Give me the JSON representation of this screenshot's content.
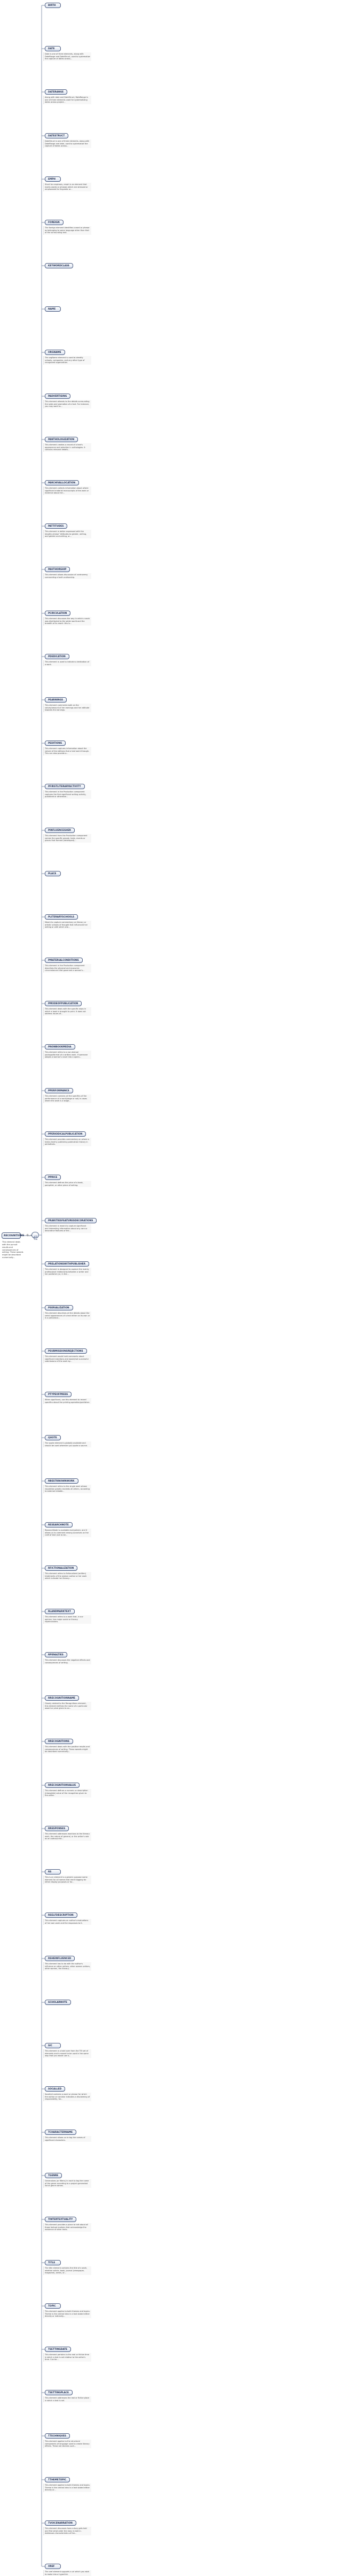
{
  "root": {
    "label": "RECOGNITIONS",
    "desc": "This element deals with the pursuit results and consequences of writing. These awards might be described numerically...",
    "occurrence": "0..∞"
  },
  "colors": {
    "box_border": "#4a5b80",
    "box_fill_top": "#ffffff",
    "box_fill_bottom": "#d9e1ef",
    "connector": "#5c6f8f",
    "text": "#1c2a4d"
  },
  "elements": [
    {
      "label": "BIRTH",
      "desc": ""
    },
    {
      "label": "DATE",
      "desc": "Date is one of three elements, along with DateRange and DateStruct, used to systematize the capture of dates across..."
    },
    {
      "label": "DATERANGE",
      "desc": "Along with date and DateStruct, DateRange is one of three elements used for systematizing dates across project..."
    },
    {
      "label": "DATESTRUCT",
      "desc": "DateStruct is one of three elements, along with DateRange and date, used to systematize the capture of dates across..."
    },
    {
      "label": "EMPH",
      "desc": "Short for emphasis, emph is an element that marks words or phrases which are stressed or emphasized for linguistic or..."
    },
    {
      "label": "FOREIGN",
      "desc": "The foreign element identifies a word or phrase as belonging to some language other than that of the surrounding text."
    },
    {
      "label": "KEYWORDCLASS",
      "desc": ""
    },
    {
      "label": "NAME",
      "desc": ""
    },
    {
      "label": "ORGNAME",
      "desc": "The orgName element is used to identify schools, companies, and any other type of recognized organization."
    },
    {
      "label": "PADVERTISING",
      "desc": "This element attends to the details surrounding the sales and promotion of a text. For instance, you may want to..."
    },
    {
      "label": "PANTHOLOGIZATION",
      "desc": "This element creates a record of a text's appearance and selection in anthologies. It contains relevant details..."
    },
    {
      "label": "PARCHIVALLOCATION",
      "desc": "This element collects information about where significant material manuscripts of the work or evidence about her..."
    },
    {
      "label": "PATTITUDES",
      "desc": "This element is better expressed with the lengthy phrase \"attitudes to gender, writing, and gender and writing, or..."
    },
    {
      "label": "PAUTHORSHIP",
      "desc": "This element allows discussion of controversy surrounding a text's authorship."
    },
    {
      "label": "PCIRCULATION",
      "desc": "This element discusses the way in which a work was distributed to the wider world and the breadth of its reach: this is..."
    },
    {
      "label": "PDEDICATION",
      "desc": "This element is used to indicate a dedication of a work."
    },
    {
      "label": "PEARNINGS",
      "desc": "This element comments both on the values/amount of her earnings and her attitude towards the earnings."
    },
    {
      "label": "PEDITIONS",
      "desc": "This element captures information about the nature of the editions that a text went through. This can also provide a..."
    },
    {
      "label": "PFIRSTLITERARYACTIVITY",
      "desc": "This element in the Production component captures the first significant writing activity, published or otherwise..."
    },
    {
      "label": "PINFLUENCESHER",
      "desc": "This element from the Production component names the specific people, texts, events or places that formed (developed)..."
    },
    {
      "label": "PLACE",
      "desc": ""
    },
    {
      "label": "PLITERARYSCHOOLS",
      "desc": "Meant to capture commentary on literary or artistic schools of thought that influenced her writing or with which she..."
    },
    {
      "label": "PMATERIALCONDITIONS",
      "desc": "This element in the Production component describes the physical and economic circumstances that governed a woman's..."
    },
    {
      "label": "PMODEOFPUBLICATION",
      "desc": "This element deals with the specific ways in which a book is brought to print. It does not address issues of..."
    },
    {
      "label": "PNONBOOKMEDIA",
      "desc": "This element refers to a non-textual package/format of a written work. If someone adapts a woman's novel into a opera..."
    },
    {
      "label": "PPERFORMANCE",
      "desc": "This element contains all the specifics of the performance of a work(stage or not) in cases where the work is a stage..."
    },
    {
      "label": "PPERIODICALPUBLICATION",
      "desc": "This element provides commentary on where a text/s (text's) publishing publication history in periodicals."
    },
    {
      "label": "PPRICE",
      "desc": "This element defines the price of a book, pamphlet, or other piece of writing."
    },
    {
      "label": "PRARITIESFEATURESDECORATIONS",
      "desc": "This element is meant to capture significant and interesting information about any rare or decorative features of the..."
    },
    {
      "label": "PRELATIONSWITHPUBLISHER",
      "desc": "This element is designed to capture the mainly professional relationship between a writer and her publisher (or, in the..."
    },
    {
      "label": "PSERIALIZATION",
      "desc": "This element describes all the details about the serial appearances of a text either on its own or in a periodical..."
    },
    {
      "label": "PSUBMISSIONSREJECTIONS",
      "desc": "This element would hold comments about significant rejections and would/not successful submissions of the work by..."
    },
    {
      "label": "PTYPEOFPRESS",
      "desc": "When significant, use this element to record specifics about the printing operation/publisher."
    },
    {
      "label": "QUOTE",
      "desc": "The quote element is globally available and should be used wherever you quote a source."
    },
    {
      "label": "RBESTKNOWNWORK",
      "desc": "This element refers to the single work whose reputation greatly exceeds all others, according to external reliable..."
    },
    {
      "label": "RESEARCHNOTE",
      "desc": "ResearchNote is available everywhere, and it allows us to comment among ourselves on the craft of text (not to be..."
    },
    {
      "label": "RFICTIONALIZATION",
      "desc": "This element refers to fictionalized (written) treatments of the woman author or her work which indicate her literary..."
    },
    {
      "label": "RLANDMARKTEXT",
      "desc": "This element refers to a work that, in our opinion, has major social or literary repercussions."
    },
    {
      "label": "RPENALTIES",
      "desc": "This element discusses the negative effects and consequences of writing."
    },
    {
      "label": "RRECOGNITIONNAME",
      "desc": "Closely related to the Recognitions element, this element defines the name of a particular award or prize given to an..."
    },
    {
      "label": "RRECOGNITIONS",
      "desc": "This element deals with the positive results and consequences of writing. These awards might be described numerically..."
    },
    {
      "label": "RRECOGNITIONVALUE",
      "desc": "This element defines a numeric or description (intangible) value of the recognition given to the writer."
    },
    {
      "label": "RRESPONSES",
      "desc": "This element addresses reactions to the literary work, the nature of general, or the writer's role as an author/critic..."
    },
    {
      "label": "RS",
      "desc": "This is an element is a generic purpose name element for all names that merit tagging for either display purposes or for..."
    },
    {
      "label": "RSELFDESCRIPTION",
      "desc": "This element captures an author's evaluations of her own work and the responses to it."
    },
    {
      "label": "RSHEINFLUENCED",
      "desc": "This element has to do with the author's influence on other writers, other women writers, other women, the literary..."
    },
    {
      "label": "SCHOLARNOTE",
      "desc": ""
    },
    {
      "label": "SIC",
      "desc": "This element is a hold over from the TEI set of elements and is meant to be used in the same way that you would use a..."
    },
    {
      "label": "SOCALLED",
      "desc": "Socalled contains a word or phrase for which the author or narrator indicates a disclaiming of responsibility, for..."
    },
    {
      "label": "TCHARACTERNAME",
      "desc": "This element allows us to tag the names of significant characters."
    },
    {
      "label": "TGENRE",
      "desc": "Generalizes (or filters) in each to tag the name of the genre according to a project-generated list of genre names."
    },
    {
      "label": "TINTERTEXTUALITY",
      "desc": "This element provides a place to talk about all those textual markers that acknowledge the existence of other texts."
    },
    {
      "label": "TITLE",
      "desc": "The title element contains the title of a work, whether article, book, journal (newspaper, magazine), series, or..."
    },
    {
      "label": "TOPIC",
      "desc": "This element applies to both themes and topics. Theme is the central idea in a text stated either directly or indirectly..."
    },
    {
      "label": "TSETTINGDATE",
      "desc": "This element pertains to the real or fictive time in which a text is set relative to the writer's time. Can be..."
    },
    {
      "label": "TSETTINGPLACE",
      "desc": "This element addresses the real or fictive place in which a text is set."
    },
    {
      "label": "TTECHNIQUES",
      "desc": "This element applies to the structural components of language used to create literary effects. These are devices such..."
    },
    {
      "label": "TTHEMETOPIC",
      "desc": "This element applies to both themes and topics. Theme is the central idea in a text stated either directly or..."
    },
    {
      "label": "TVOICENARRATION",
      "desc": "This element discusses how a story gets told and first what order the story is told in. Addresses characteristics of the..."
    },
    {
      "label": "XREF",
      "desc": "The xref element supports a url which you wish to make into a hyperlink."
    }
  ]
}
